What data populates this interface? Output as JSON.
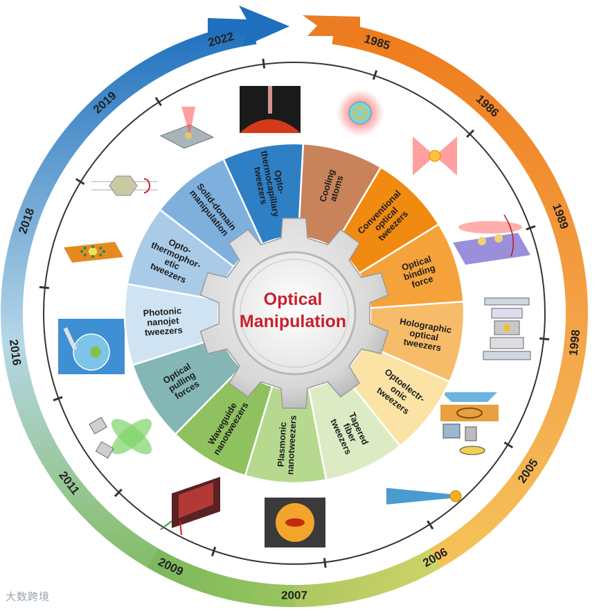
{
  "diagram": {
    "title": [
      "Optical",
      "Manipulation"
    ],
    "years": [
      {
        "label": "1985",
        "color": "#ef7d1a"
      },
      {
        "label": "1986",
        "color": "#ef7d1a"
      },
      {
        "label": "1989",
        "color": "#f28e2b"
      },
      {
        "label": "1998",
        "color": "#f4a037"
      },
      {
        "label": "2005",
        "color": "#f3b845"
      },
      {
        "label": "2006",
        "color": "#d4c968"
      },
      {
        "label": "2007",
        "color": "#8fbe5c"
      },
      {
        "label": "2009",
        "color": "#6fae5a"
      },
      {
        "label": "2011",
        "color": "#6aaa8e"
      },
      {
        "label": "2016",
        "color": "#5aa8cc"
      },
      {
        "label": "2018",
        "color": "#3f92cf"
      },
      {
        "label": "2019",
        "color": "#2f80c8"
      },
      {
        "label": "2022",
        "color": "#1f6fbf"
      }
    ],
    "segments": [
      {
        "lines": [
          "Cooling",
          "atoms"
        ],
        "color": "#c8835a",
        "text_color": "#ffffff"
      },
      {
        "lines": [
          "Conventional",
          "optical",
          "tweezers"
        ],
        "color": "#f08a10",
        "text_color": "#ffffff"
      },
      {
        "lines": [
          "Optical",
          "binding",
          "force"
        ],
        "color": "#f5a23a",
        "text_color": "#1d1d1d"
      },
      {
        "lines": [
          "Holographic",
          "optical",
          "tweezers"
        ],
        "color": "#f7bc6a",
        "text_color": "#1d1d1d"
      },
      {
        "lines": [
          "Optoelectr-",
          "onic",
          "tweezers"
        ],
        "color": "#fbe3a6",
        "text_color": "#1d1d1d"
      },
      {
        "lines": [
          "Tapered",
          "fiber",
          "tweezers"
        ],
        "color": "#dcebc4",
        "text_color": "#1d1d1d"
      },
      {
        "lines": [
          "Plasmonic",
          "nanotweezers"
        ],
        "color": "#b7d98f",
        "text_color": "#1d1d1d"
      },
      {
        "lines": [
          "Waveguide",
          "nanotweezers"
        ],
        "color": "#8fc15e",
        "text_color": "#1d1d1d"
      },
      {
        "lines": [
          "Optical",
          "pulling",
          "forces"
        ],
        "color": "#84b6b6",
        "text_color": "#1d1d1d"
      },
      {
        "lines": [
          "Photonic",
          "nanojet",
          "tweezers"
        ],
        "color": "#cfe3f2",
        "text_color": "#1d1d1d"
      },
      {
        "lines": [
          "Opto-",
          "thermophor-",
          "etic",
          "tweezers"
        ],
        "color": "#a9cbe8",
        "text_color": "#1d1d1d"
      },
      {
        "lines": [
          "Solid-domain",
          "manipulation"
        ],
        "color": "#7fb0dd",
        "text_color": "#1d1d1d"
      },
      {
        "lines": [
          "Opto-",
          "thermocapillary",
          "tweezers"
        ],
        "color": "#2f7fc4",
        "text_color": "#1d1d1d"
      }
    ],
    "illustrations": [
      "atom-cloud-icon",
      "laser-focus-icon",
      "binding-beams-icon",
      "holographic-setup-icon",
      "optoelectronic-setup-icon",
      "tapered-fiber-icon",
      "plasmonic-cavity-icon",
      "waveguide-icon",
      "pulling-beam-icon",
      "nanojet-sphere-icon",
      "thermophoretic-plate-icon",
      "rotating-crystal-icon",
      "thermal-chip-icon",
      "capillary-flow-icon"
    ],
    "watermark": "大数跨境"
  }
}
